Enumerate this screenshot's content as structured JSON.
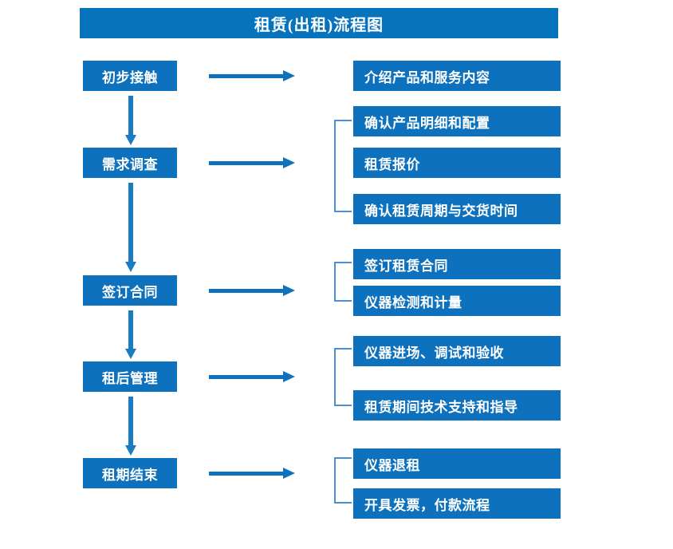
{
  "title": "租赁(出租)流程图",
  "colors": {
    "box_blue": "#0d71bd",
    "title_blue": "#0873bd",
    "arrow_blue": "#1a7dc4",
    "bracket_blue": "#4a8fd0",
    "text_white": "#ffffff",
    "background": "#ffffff"
  },
  "stages": [
    {
      "label": "初步接触"
    },
    {
      "label": "需求调查"
    },
    {
      "label": "签订合同"
    },
    {
      "label": "租后管理"
    },
    {
      "label": "租期结束"
    }
  ],
  "details": [
    {
      "label": "介绍产品和服务内容"
    },
    {
      "label": "确认产品明细和配置"
    },
    {
      "label": "租赁报价"
    },
    {
      "label": "确认租赁周期与交货时间"
    },
    {
      "label": "签订租赁合同"
    },
    {
      "label": "仪器检测和计量"
    },
    {
      "label": "仪器进场、调试和验收"
    },
    {
      "label": "租赁期间技术支持和指导"
    },
    {
      "label": "仪器退租"
    },
    {
      "label": "开具发票，付款流程"
    }
  ],
  "connectors": {
    "horizontal_arrow_count": 5,
    "vertical_arrow_count": 4,
    "bracket_count": 4
  }
}
